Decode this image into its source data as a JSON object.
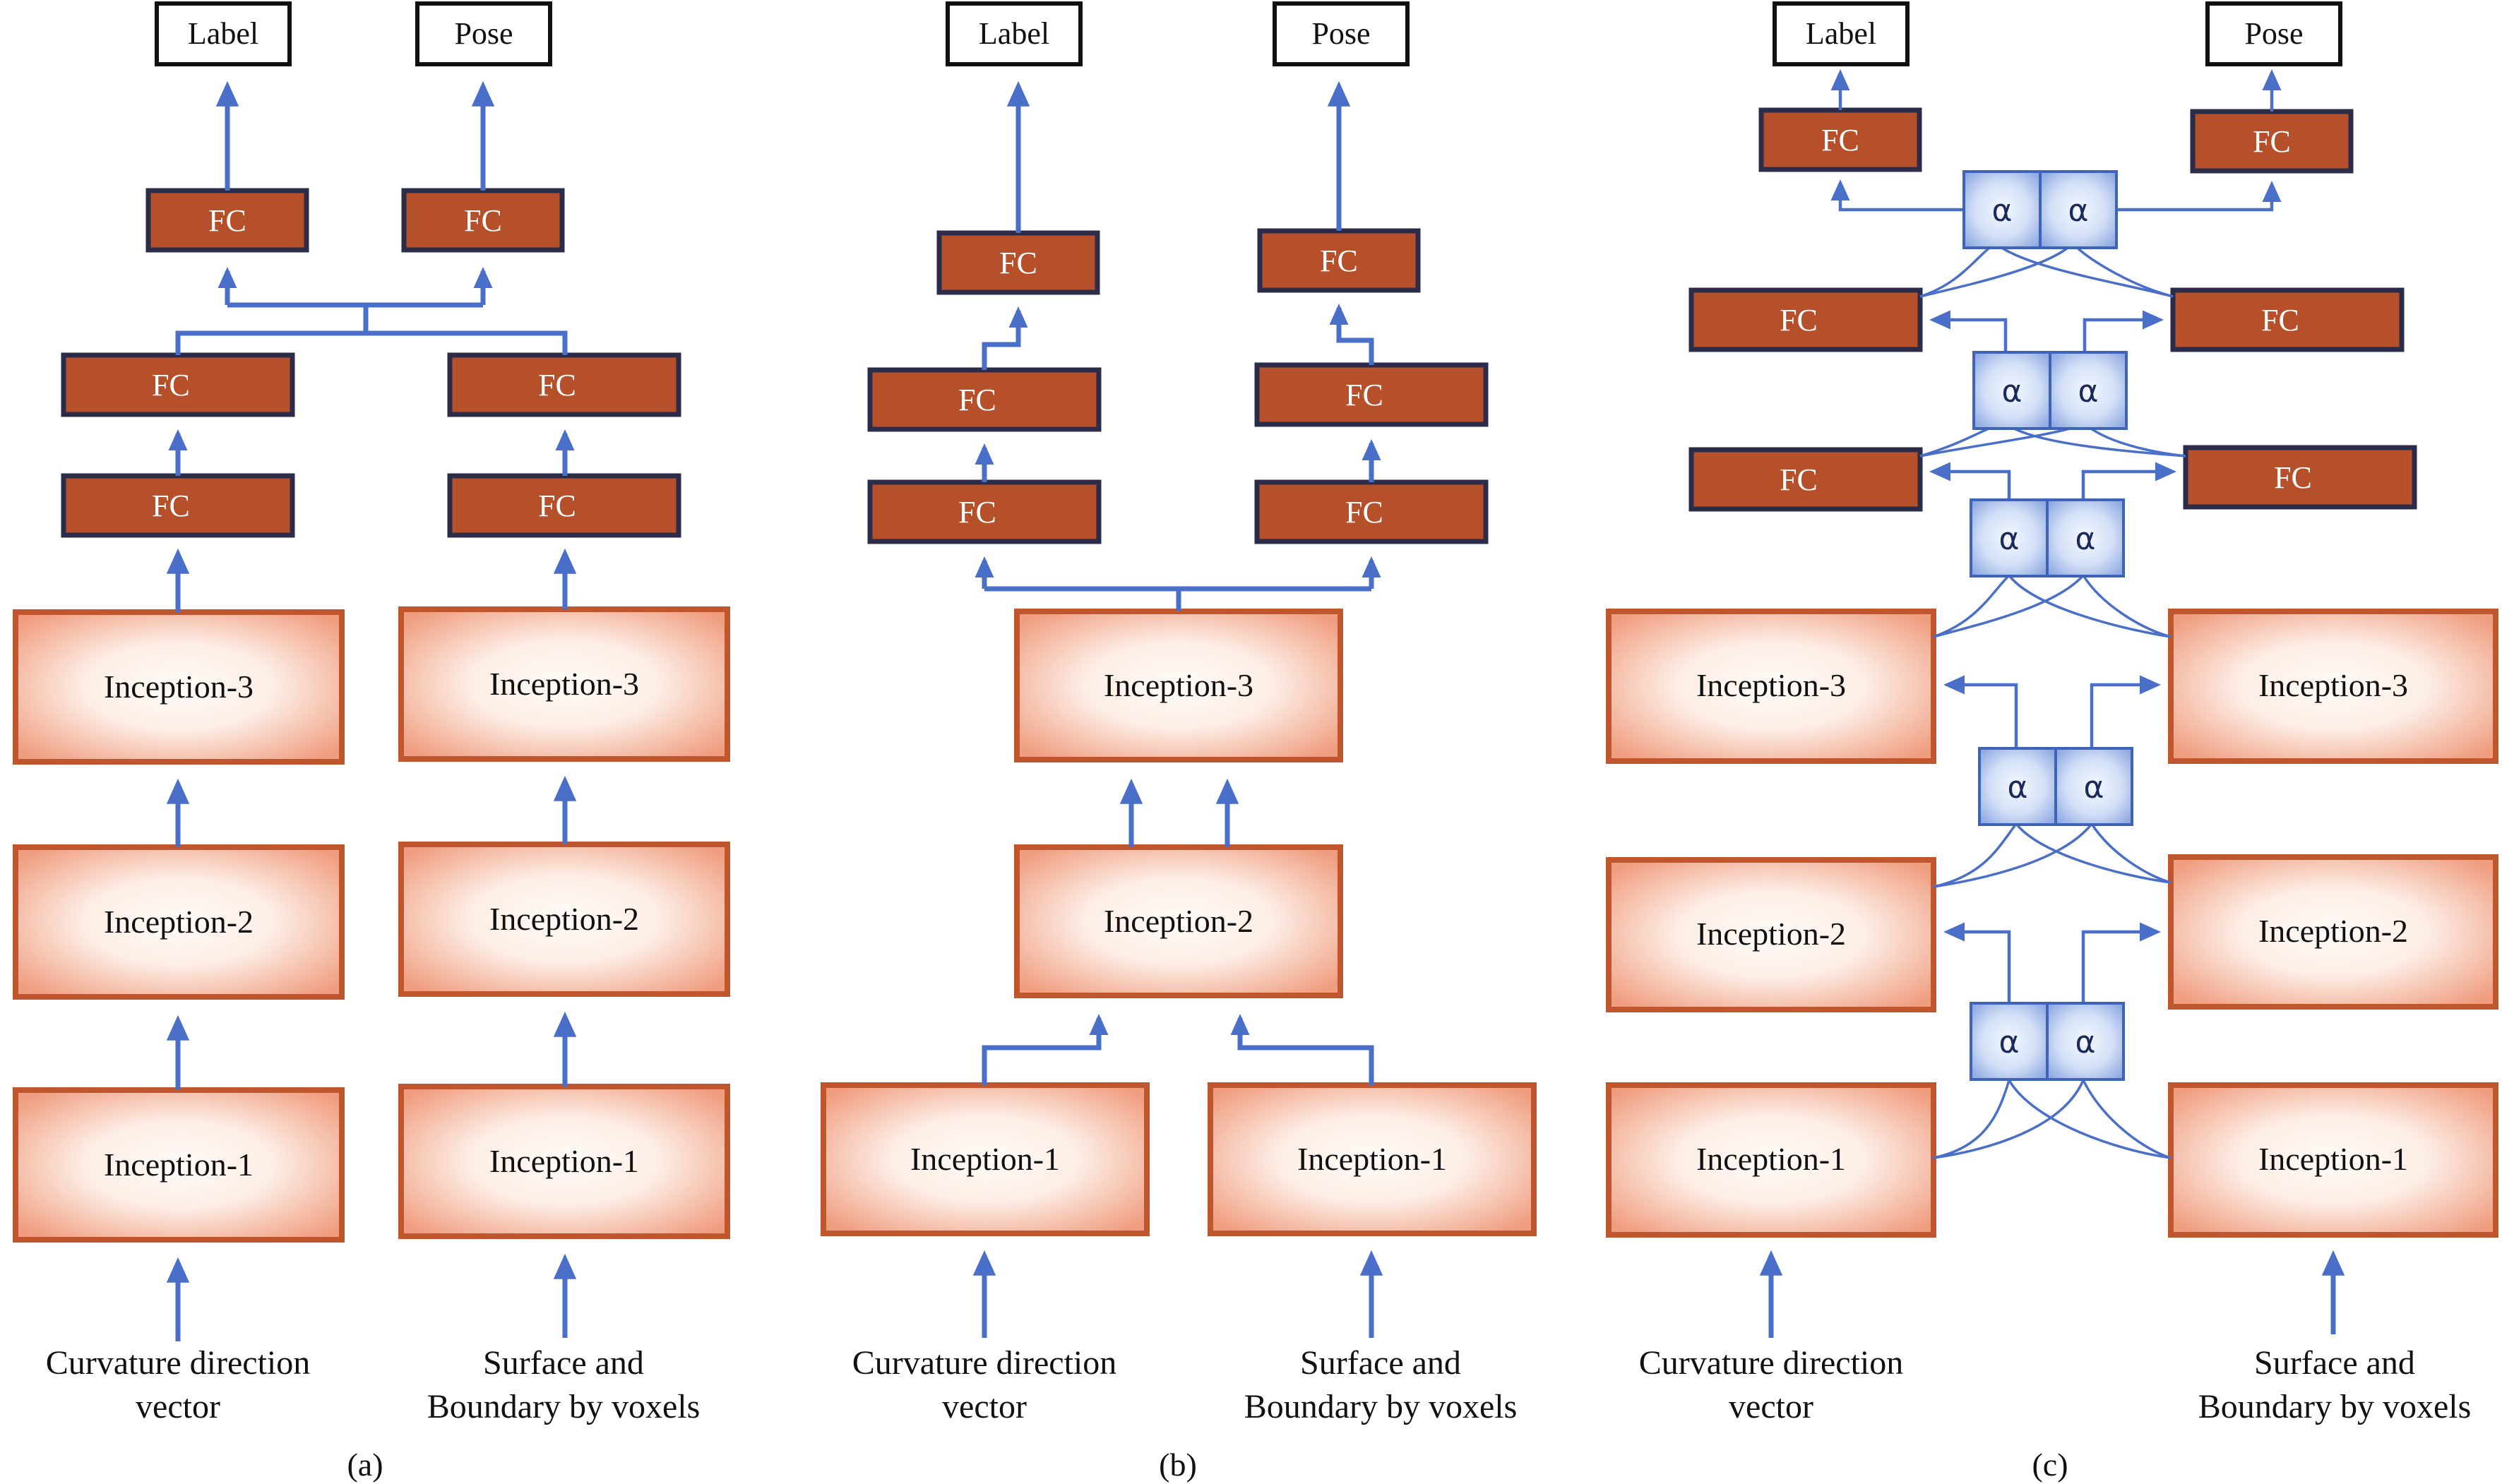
{
  "labels": {
    "label": "Label",
    "pose": "Pose",
    "fc": "FC",
    "alpha": "α",
    "inception_1": "Inception-1",
    "inception_2": "Inception-2",
    "inception_3": "Inception-3",
    "input_left_line1": "Curvature direction",
    "input_left_line2": "vector",
    "input_right_line1": "Surface and",
    "input_right_line2": "Boundary by voxels"
  },
  "panels": {
    "a": "(a)",
    "b": "(b)",
    "c": "(c)"
  },
  "colors": {
    "line": "#4A6FC8",
    "fc_fill": "#B5502A",
    "fc_border": "#2A2C4A",
    "inception_border": "#C0562E",
    "inception_fill": "#F2A385",
    "inception_center": "#FFF7F2",
    "alpha_fill": "#A9C0EC",
    "alpha_center": "#EDF3FF",
    "alpha_border": "#3F63B8"
  }
}
